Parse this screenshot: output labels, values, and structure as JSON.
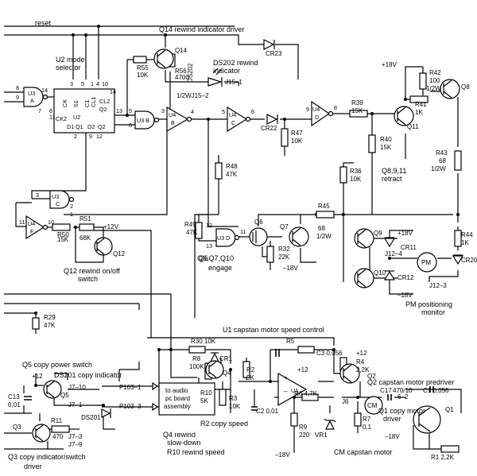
{
  "labels": {
    "reset": "reset",
    "q14_driver": "Q14 rewind indicator driver",
    "u2_mode": "U2 mode",
    "u2_mode2": "selector",
    "ds202_a": "DS202 rewind",
    "ds202_b": "indicator",
    "j15_1": "J15–1",
    "j15_2": "1/2WJ15–2",
    "q8911_a": "Q8,9,11",
    "q8911_b": "retract",
    "plus18v_top": "+18V",
    "q12_a": "Q12 rewind on/off",
    "q12_b": "switch",
    "q6710_a": "Q6,Q7,Q10",
    "q6710_b": "engage",
    "minus18v_q32": "–18V",
    "pm_a": "PM positioning",
    "pm_b": "monitor",
    "plus18v_mid": "+18V",
    "minus18v_mid": "–18V",
    "j12_4": "J12–4",
    "j12_3": "J12–3",
    "u1_title": "U1 capstan motor speed control",
    "q5_title": "Q5 copy power switch",
    "ds201_title": "DS201 copy indicator",
    "plus12_q5": "+12",
    "plus12_r4": "+12",
    "plus12_u1": "+12",
    "plus12v_q12": "+12V",
    "p103_1": "P103–1",
    "p103_3": "P103–3",
    "audio_a": "to audio",
    "audio_b": "pc board",
    "audio_c": "assembly",
    "j7_10": "J7–10",
    "j7_1": "J7–1",
    "j7_3": "J7–3",
    "j7_9": "J7–9",
    "ds201": "DS201",
    "q3_a": "Q3 copy indicator/switch",
    "q3_b": "driver",
    "q4_a": "Q4 rewind",
    "q4_b": "slow-down",
    "r10_speed": "R10 rewind speed",
    "r2_copy": "R2 copy speed",
    "q2_predriver": "Q2 capstan motor predriver",
    "q1_a": "Q1 copy motor",
    "q1_b": "driver",
    "cm_motor": "CM capstan motor",
    "minus18v_r9": "–18V",
    "minus18v_q1": "–18V"
  },
  "components": {
    "u2": "U2",
    "u2_ck": "CK",
    "u2_s1": "S1",
    "u2_c1": "C1",
    "u2_cl1": "CL1",
    "u2_cl2": "CL2",
    "u2_q2": "Q2",
    "u2_ck2": "CK2",
    "u2_d1": "D1",
    "u2_q1": "Q1",
    "u2_d2": "D2",
    "u2_q2b": "Q2",
    "u3a_a": "U3",
    "u3a_b": "A",
    "u3b": "U3 B",
    "u3c_a": "U3",
    "u3c_b": "C",
    "u3d": "U3 D",
    "u4b_a": "U4",
    "u4b_b": "B",
    "u4c_a": "U4",
    "u4c_b": "C",
    "u4d_a": "U4",
    "u4d_b": "D",
    "u4f_a": "U4",
    "u4f_b": "F",
    "q14": "Q14",
    "q12": "Q12",
    "q11": "Q11",
    "q8": "Q8",
    "q6": "Q6",
    "q7": "Q7",
    "q9": "Q9",
    "q10": "Q10",
    "q4": "Q4",
    "q5": "Q5",
    "q3": "Q3",
    "q2": "Q2",
    "q1": "Q1",
    "cr23": "CR23",
    "cr22": "CR22",
    "cr11": "CR11",
    "cr12": "CR12",
    "cr20": "CR20",
    "cr1": "CR1",
    "vr1": "VR1",
    "ds202": "DS202",
    "r55_a": "R55",
    "r55_b": "10K",
    "r56_a": "R56",
    "r56_b": "4700",
    "r47_a": "R47",
    "r47_b": "10K",
    "r48_a": "R48",
    "r48_b": "47K",
    "r39_a": "R39",
    "r39_b": "15K",
    "r40_a": "R40",
    "r40_b": "15K",
    "r36_a": "R36",
    "r36_b": "10K",
    "r42_a": "R42",
    "r42_b": "100",
    "r42_c": "1/2W",
    "r41_a": "R41",
    "r41_b": "1K",
    "r43_a": "R43",
    "r43_b": "68",
    "r43_c": "1/2W",
    "r44_a": "R44",
    "r44_b": "1K",
    "r45_a": "R45",
    "r45_b": "68",
    "r45_c": "1/2W",
    "r49_a": "R49",
    "r49_b": "47K",
    "r32_a": "R32",
    "r32_b": "22K",
    "r50": "R50",
    "r50_v": "15K",
    "r51": "R51",
    "r51_v": "68K",
    "r29_a": "R29",
    "r29_b": "47K",
    "r30": "R30 10K",
    "r8_a": "R8",
    "r8_b": "100K",
    "r2_a": "R2",
    "r2_b": "5K",
    "r3_a": "R3",
    "r3_b": "10K",
    "r10_a": "R10",
    "r10_b": "5K",
    "r5": "R5",
    "r4_a": "R4",
    "r4_b": "2,2K",
    "r6": "R6 4,7K",
    "r9_a": "R9",
    "r9_b": "220",
    "r7_a": "R7",
    "r7_b": "0,1",
    "r11_a": "R11",
    "r11_b": "470",
    "r1": "R1 2,2K",
    "c2": "C2 0,01",
    "c3": "C3 0,056",
    "c13_a": "C13",
    "c13_b": "0,01",
    "c17": "C17",
    "c17_v": "470/10",
    "c1": "C1 0,056",
    "j6": "J6",
    "j6_1": "6–1",
    "j6_2": "6–2",
    "cm": "CM",
    "pm": "PM",
    "u1": "U1"
  },
  "pins": [
    "8",
    "9",
    "7",
    "14",
    "13",
    "12",
    "4",
    "5",
    "6",
    "3",
    "2",
    "1",
    "11",
    "10",
    "12",
    "13",
    "14",
    "5",
    "6",
    "9",
    "8",
    "4",
    "3",
    "11",
    "10",
    "12",
    "13",
    "2",
    "1",
    "3",
    "4",
    "5",
    "6",
    "7",
    "8",
    "9",
    "10",
    "11"
  ]
}
